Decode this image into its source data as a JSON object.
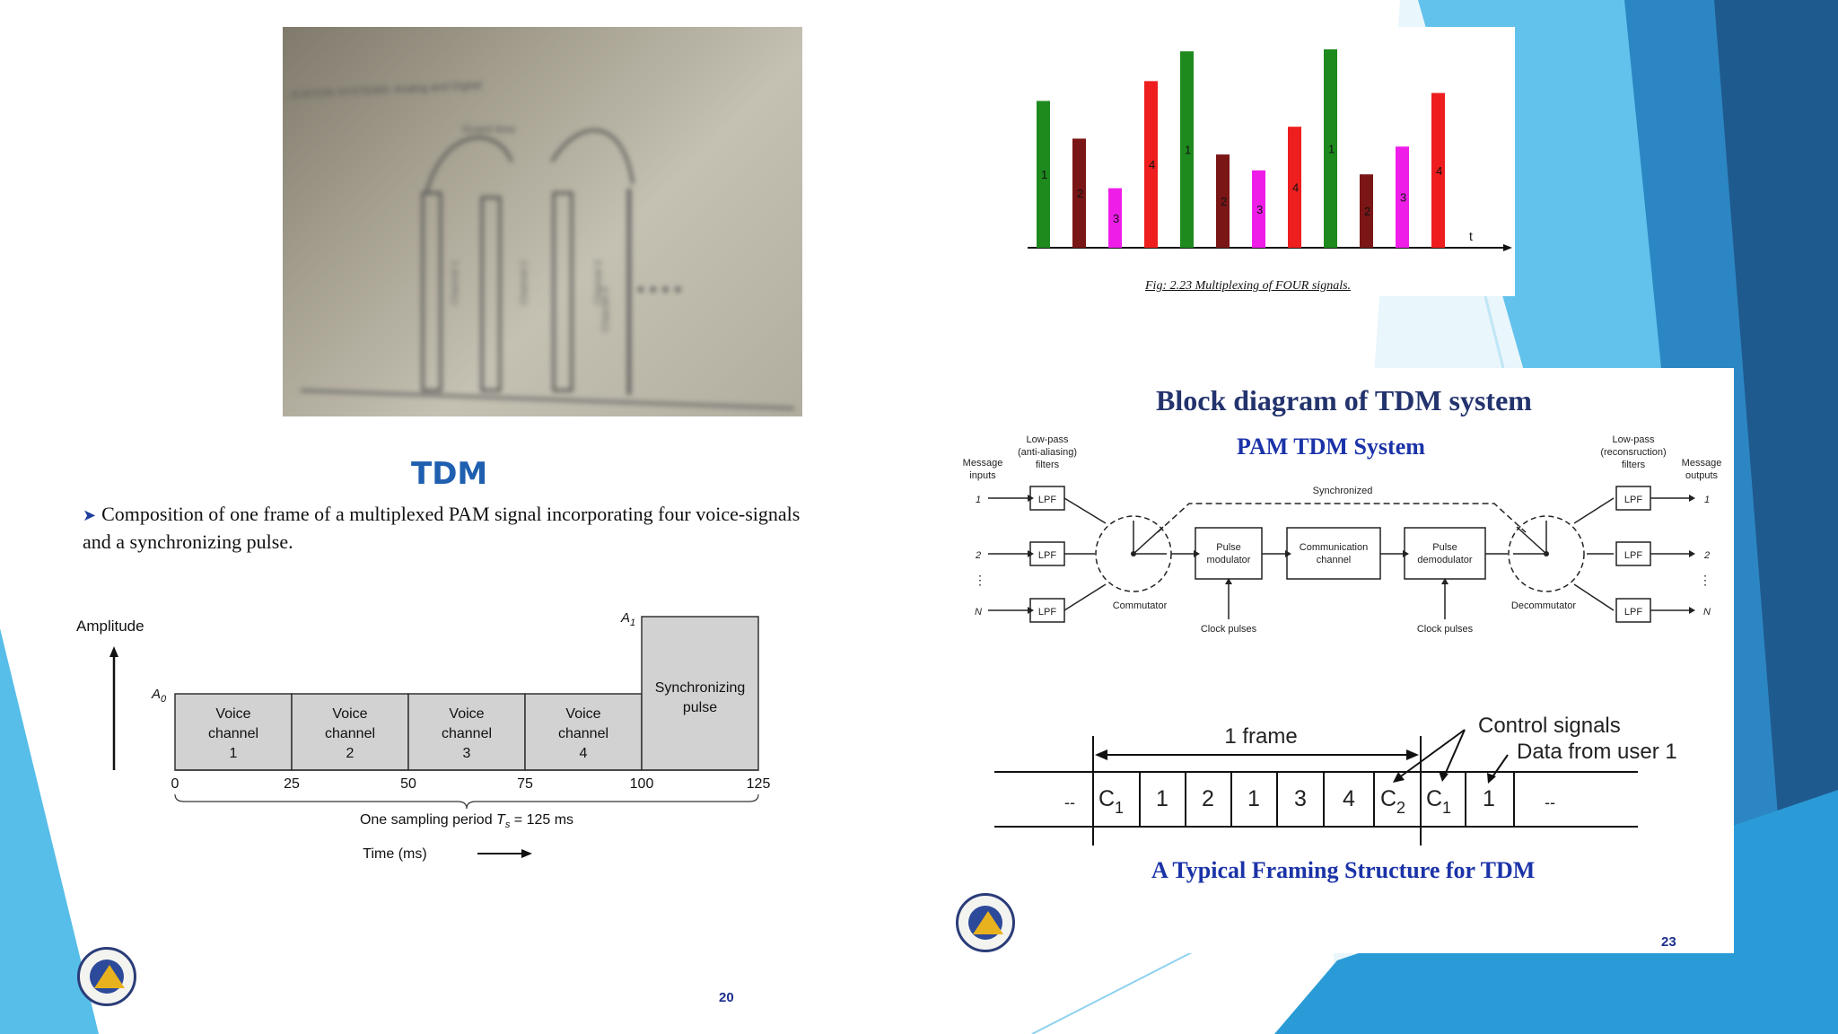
{
  "left_slide": {
    "photo": {
      "header_text": "...ICATION SYSTEMS: Analog and Digital",
      "guard_label": "Guard time",
      "channels": [
        "Channel 1",
        "Channel 2",
        "Channel 3",
        "Channel 4"
      ],
      "ellipsis": "• • • •"
    },
    "title": "TDM",
    "bullet_text": "Composition of one frame of a multiplexed PAM signal incorporating four voice-signals and a synchronizing pulse.",
    "diagram": {
      "amplitude_label": "Amplitude",
      "a0_label": "A",
      "a0_sub": "0",
      "a1_label": "A",
      "a1_sub": "1",
      "blocks": [
        {
          "line1": "Voice",
          "line2": "channel",
          "line3": "1"
        },
        {
          "line1": "Voice",
          "line2": "channel",
          "line3": "2"
        },
        {
          "line1": "Voice",
          "line2": "channel",
          "line3": "3"
        },
        {
          "line1": "Voice",
          "line2": "channel",
          "line3": "4"
        }
      ],
      "sync_line1": "Synchronizing",
      "sync_line2": "pulse",
      "ticks": [
        "0",
        "25",
        "50",
        "75",
        "100",
        "125"
      ],
      "period_prefix": "One sampling period ",
      "period_symbol": "T",
      "period_sub": "s",
      "period_suffix": " = 125 ms",
      "time_label": "Time (ms)"
    },
    "page_number": "20"
  },
  "multiplex_figure": {
    "bars": [
      {
        "label": "1",
        "value": 0.74,
        "color": "#1e8a1e"
      },
      {
        "label": "2",
        "value": 0.55,
        "color": "#7a1616"
      },
      {
        "label": "3",
        "value": 0.3,
        "color": "#ee1ee8"
      },
      {
        "label": "4",
        "value": 0.84,
        "color": "#ee1e1e"
      },
      {
        "label": "1",
        "value": 0.99,
        "color": "#1e8a1e"
      },
      {
        "label": "2",
        "value": 0.47,
        "color": "#7a1616"
      },
      {
        "label": "3",
        "value": 0.39,
        "color": "#ee1ee8"
      },
      {
        "label": "4",
        "value": 0.61,
        "color": "#ee1e1e"
      },
      {
        "label": "1",
        "value": 1.0,
        "color": "#1e8a1e"
      },
      {
        "label": "2",
        "value": 0.37,
        "color": "#7a1616"
      },
      {
        "label": "3",
        "value": 0.51,
        "color": "#ee1ee8"
      },
      {
        "label": "4",
        "value": 0.78,
        "color": "#ee1e1e"
      }
    ],
    "t_label": "t",
    "caption": "Fig: 2.23  Multiplexing  of  FOUR  signals."
  },
  "right_slide": {
    "title": "Block diagram of TDM system",
    "subtitle": "PAM TDM System",
    "block": {
      "lpf_in_caption": [
        "Low-pass",
        "(anti-aliasing)",
        "filters"
      ],
      "lpf_out_caption": [
        "Low-pass",
        "(reconsruction)",
        "filters"
      ],
      "msg_in_caption": [
        "Message",
        "inputs"
      ],
      "msg_out_caption": [
        "Message",
        "outputs"
      ],
      "lpf": "LPF",
      "in_labels": [
        "1",
        "2",
        "N"
      ],
      "out_labels": [
        "1",
        "2",
        "N"
      ],
      "commutator": "Commutator",
      "decommutator": "Decommutator",
      "synchronized": "Synchronized",
      "pulse_mod": [
        "Pulse",
        "modulator"
      ],
      "comm_channel": [
        "Communication",
        "channel"
      ],
      "pulse_demod": [
        "Pulse",
        "demodulator"
      ],
      "clock_pulses": "Clock pulses"
    },
    "framing": {
      "frame_label": "1 frame",
      "control_signals": "Control signals",
      "data_from_user": "Data from user 1",
      "cells": [
        "--",
        "C",
        "1",
        "2",
        "1",
        "3",
        "4",
        "C",
        "C",
        "1",
        "--"
      ],
      "c_subs": [
        "1",
        "2",
        "1"
      ]
    },
    "caption": "A Typical Framing Structure for TDM",
    "page_number": "23"
  },
  "colors": {
    "accent_blue": "#1b33a8",
    "bg_light_blue": "#4fb7e6",
    "bg_dark_blue": "#1f5a8e"
  }
}
